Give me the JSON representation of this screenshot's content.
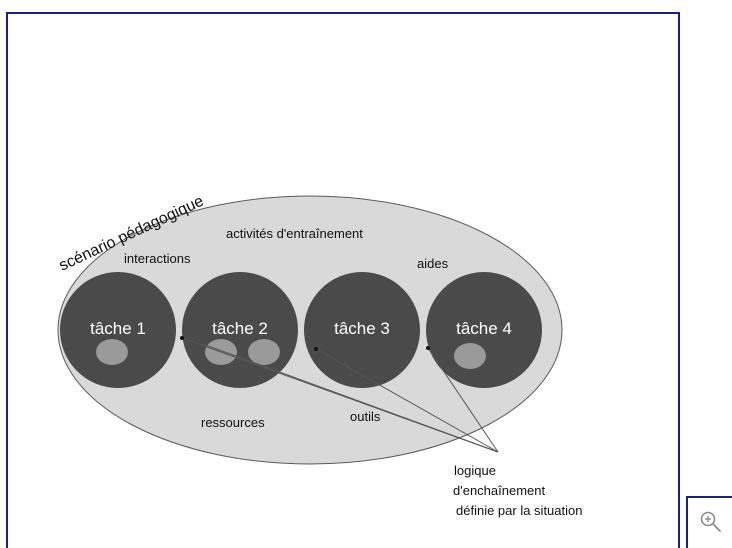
{
  "diagram": {
    "scenario_label": "scénario pédagogique",
    "activities_label": "activités d'entraînement",
    "interactions_label": "interactions",
    "aides_label": "aides",
    "ressources_label": "ressources",
    "outils_label": "outils",
    "tasks": [
      {
        "label": "tâche 1"
      },
      {
        "label": "tâche 2"
      },
      {
        "label": "tâche 3"
      },
      {
        "label": "tâche 4"
      }
    ],
    "logic_label_line1": "logique",
    "logic_label_line2": "d'enchaînement",
    "logic_label_line3": "définie par la situation"
  },
  "controls": {
    "zoom_icon": "zoom-in-icon"
  },
  "colors": {
    "frame_border": "#1b1f86",
    "ellipse_fill": "#d9d9d9",
    "task_fill": "#4a4a4a",
    "task_text": "#ffffff",
    "subcircle_fill": "#9a9a9a"
  }
}
